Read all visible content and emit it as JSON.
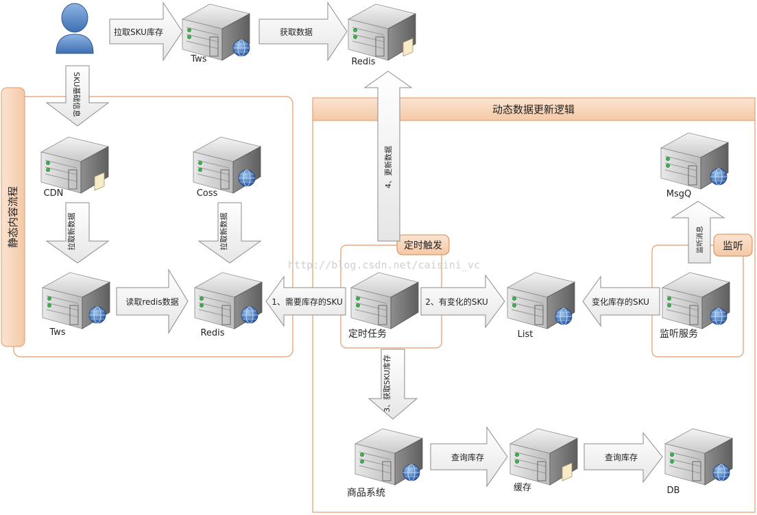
{
  "groups": {
    "static": "静态内容流程",
    "dynamic": "动态数据更新逻辑",
    "timer": "定时触发",
    "listen": "监听"
  },
  "nodes": {
    "tws_top": "Tws",
    "redis_top": "Redis",
    "cdn": "CDN",
    "coss": "Coss",
    "tws_static": "Tws",
    "redis_static": "Redis",
    "timer_task": "定时任务",
    "list": "List",
    "msgq": "MsgQ",
    "listen_service": "监听服务",
    "goods_system": "商品系统",
    "cache": "缓存",
    "db": "DB"
  },
  "arrows": {
    "pull_sku_stock": "拉取SKU库存",
    "get_data": "获取数据",
    "sku_basic_info": "SKU基础信息",
    "pull_new_data_1": "拉取新数据",
    "pull_new_data_2": "拉取新数据",
    "read_redis": "读取redis数据",
    "need_stock_sku": "1、需要库存的SKU",
    "changed_sku": "2、有变化的SKU",
    "get_sku_stock": "3、获取SKU库存",
    "update_data": "4、更新数据",
    "stock_changed_sku": "变化库存的SKU",
    "listen_msg": "监听消息",
    "query_stock_1": "查询库存",
    "query_stock_2": "查询库存"
  },
  "watermark": "http://blog.csdn.net/caisini_vc"
}
